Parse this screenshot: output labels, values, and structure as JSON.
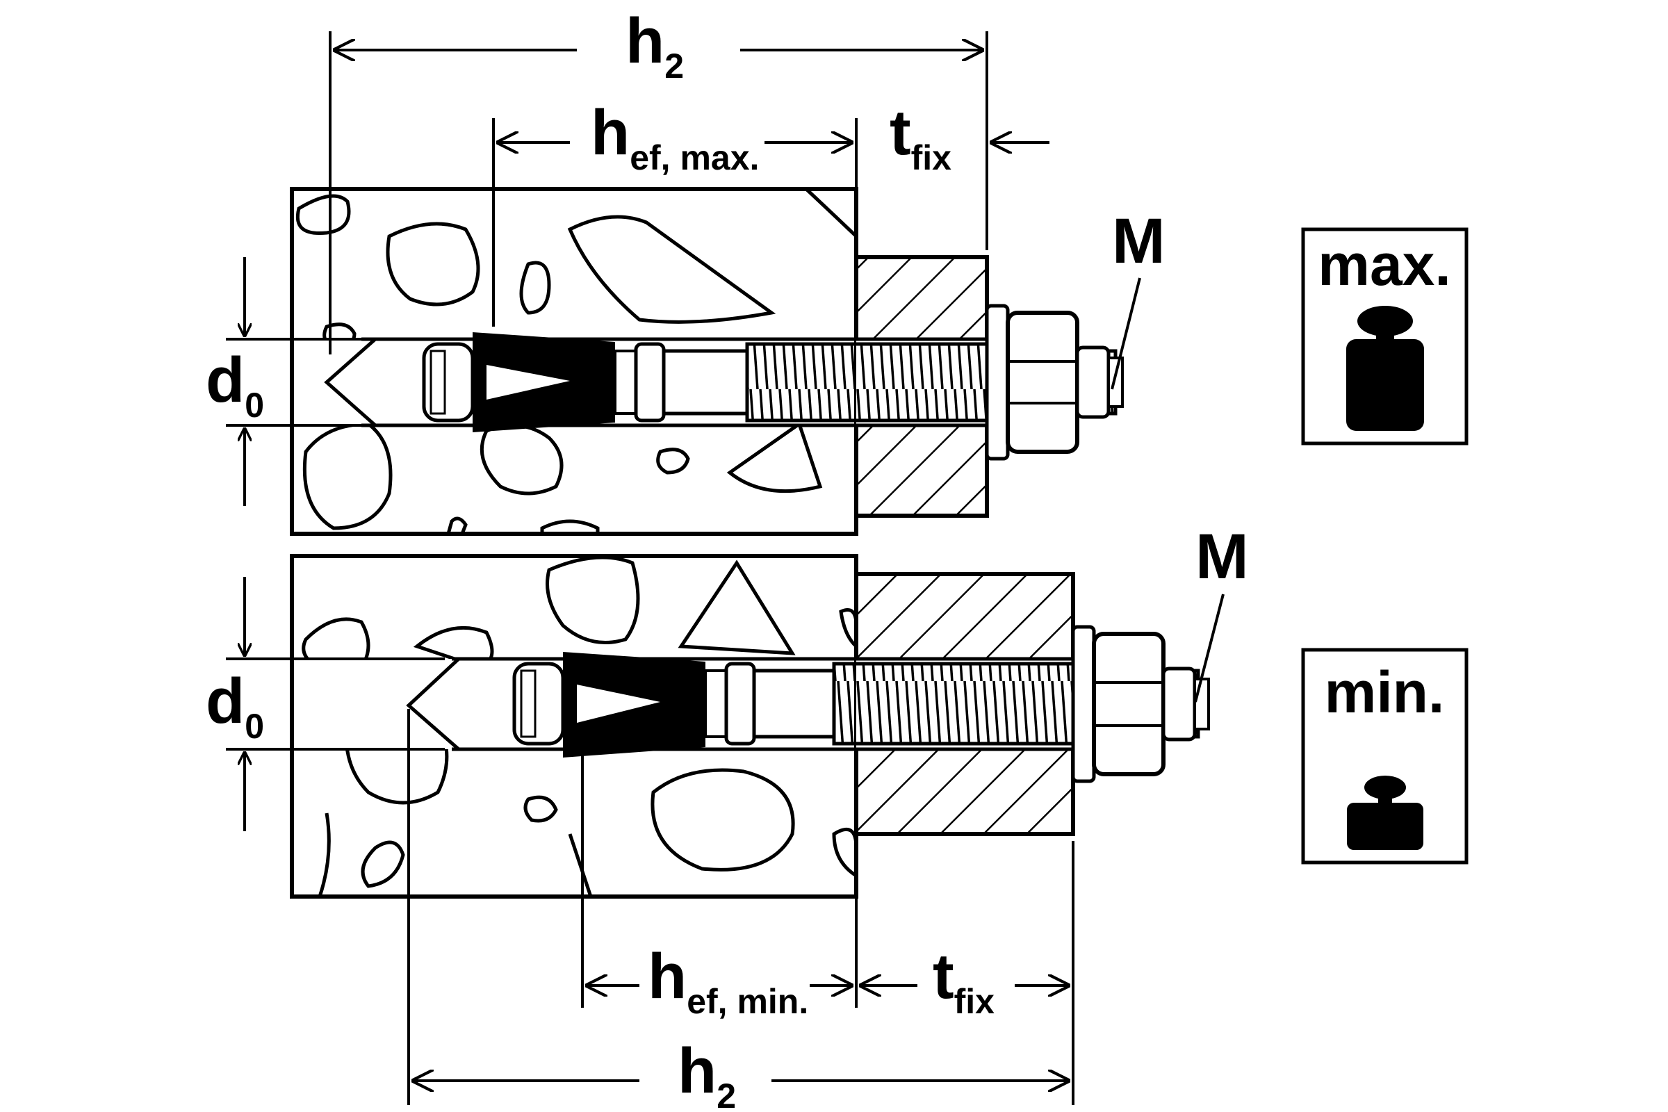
{
  "colors": {
    "ink": "#000000",
    "paper": "#ffffff"
  },
  "top": {
    "dim_h2": {
      "main": "h",
      "sub": "2"
    },
    "dim_hef": {
      "main": "h",
      "sub": "ef, max."
    },
    "dim_tfix": {
      "main": "t",
      "sub": "fix"
    },
    "dim_d0": {
      "main": "d",
      "sub": "0"
    },
    "thread_label": "M",
    "load_label": "max.",
    "load_icon": "weight-icon"
  },
  "bottom": {
    "dim_h2": {
      "main": "h",
      "sub": "2"
    },
    "dim_hef": {
      "main": "h",
      "sub": "ef, min."
    },
    "dim_tfix": {
      "main": "t",
      "sub": "fix"
    },
    "dim_d0": {
      "main": "d",
      "sub": "0"
    },
    "thread_label": "M",
    "load_label": "min.",
    "load_icon": "weight-icon"
  }
}
